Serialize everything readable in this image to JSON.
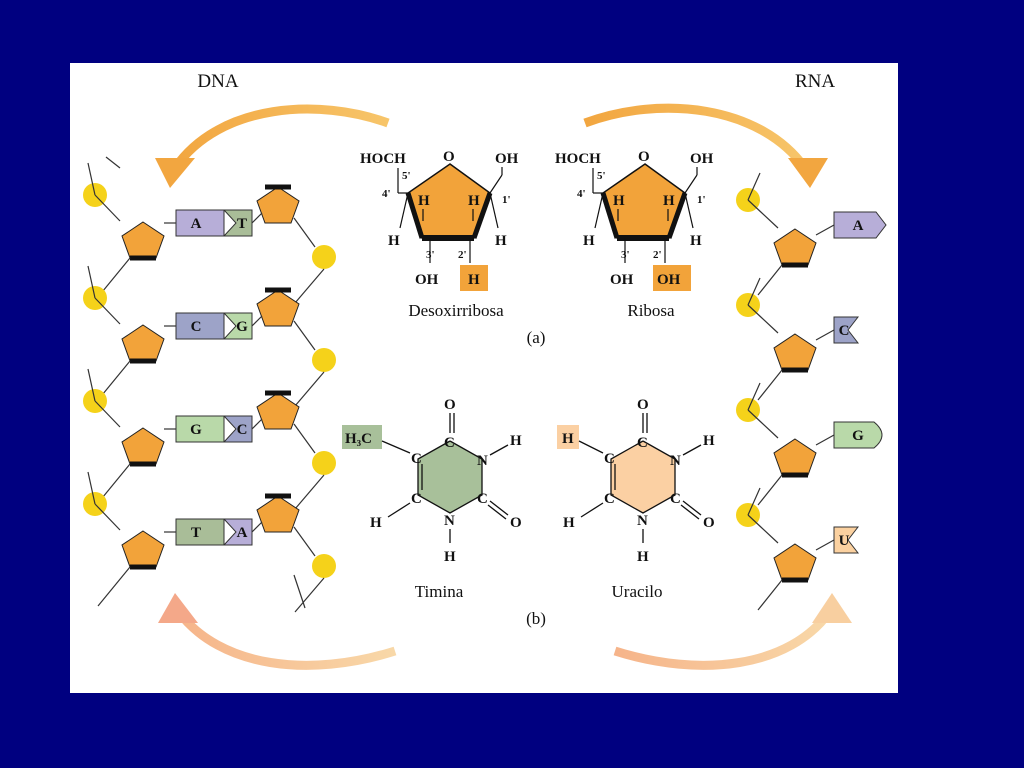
{
  "titles": {
    "dna": "DNA",
    "rna": "RNA"
  },
  "labels": {
    "deoxyribose": "Desoxirribosa",
    "ribose": "Ribosa",
    "thymine": "Timina",
    "uracil": "Uracilo",
    "part_a": "(a)",
    "part_b": "(b)"
  },
  "sugar": {
    "hoch": "HOCH",
    "o": "O",
    "oh": "OH",
    "h": "H",
    "c5": "5'",
    "c4": "4'",
    "c3": "3'",
    "c2": "2'",
    "c1": "1'",
    "deoxy_2prime_group": "H",
    "ribose_2prime_group": "OH"
  },
  "bases": {
    "thymine_methyl": "H₃C",
    "uracil_h": "H",
    "c": "C",
    "n": "N",
    "o": "O",
    "h": "H"
  },
  "dna_pairs": [
    {
      "left": "A",
      "right": "T"
    },
    {
      "left": "C",
      "right": "G"
    },
    {
      "left": "G",
      "right": "C"
    },
    {
      "left": "T",
      "right": "A"
    }
  ],
  "rna_bases": [
    "A",
    "C",
    "G",
    "U"
  ],
  "colors": {
    "background": "#000080",
    "panel": "#ffffff",
    "sugar": "#f2a33a",
    "phosphate": "#f5d21a",
    "base_A": "#b7aed8",
    "base_T": "#a9bd98",
    "base_C": "#9da3c8",
    "base_G": "#b9d9a9",
    "base_U": "#fbd1a0",
    "thymine_ring": "#a8c09a",
    "uracil_ring": "#fbd0a3"
  }
}
